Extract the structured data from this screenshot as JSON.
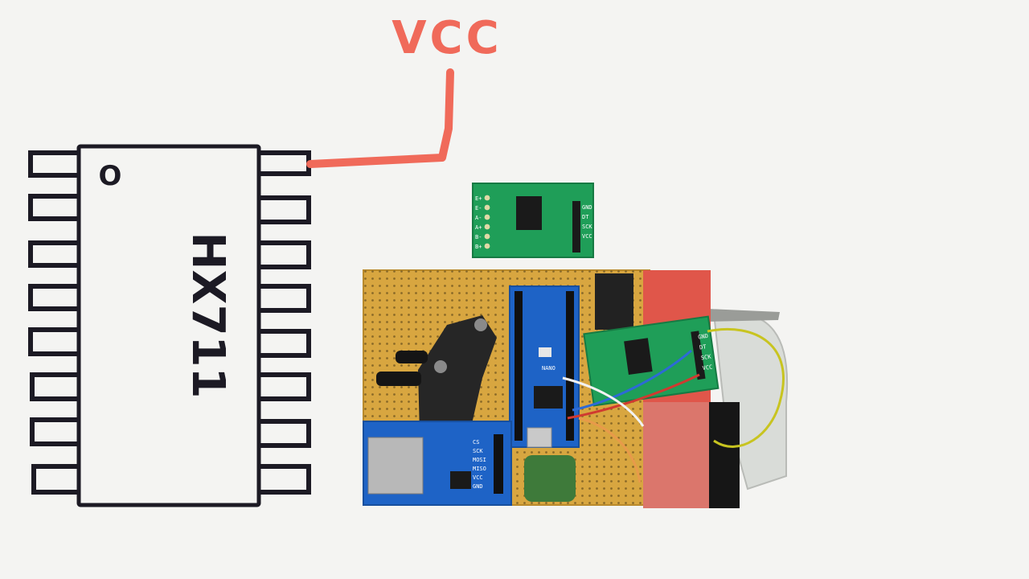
{
  "diagram": {
    "vcc_label": "VCC",
    "chip_label": "HX711",
    "pin1_marker": "O"
  },
  "hx711_module": {
    "left_pins": [
      "E+",
      "E-",
      "A-",
      "A+",
      "B-",
      "B+"
    ],
    "right_pins": [
      "GND",
      "DT",
      "SCK",
      "VCC"
    ]
  },
  "assembled_module": {
    "right_pins": [
      "GND",
      "DT",
      "SCK",
      "VCC"
    ]
  },
  "sd_module": {
    "pins": [
      "CS",
      "SCK",
      "MOSI",
      "MISO",
      "VCC",
      "GND"
    ]
  },
  "nano_board": {
    "label": "NANO"
  },
  "colors": {
    "wire_vcc": "#f06a5a",
    "ink": "#1c1a24",
    "pcb_green": "#1f9e58",
    "pcb_blue": "#1e63c6",
    "perfboard": "#d8a640"
  }
}
